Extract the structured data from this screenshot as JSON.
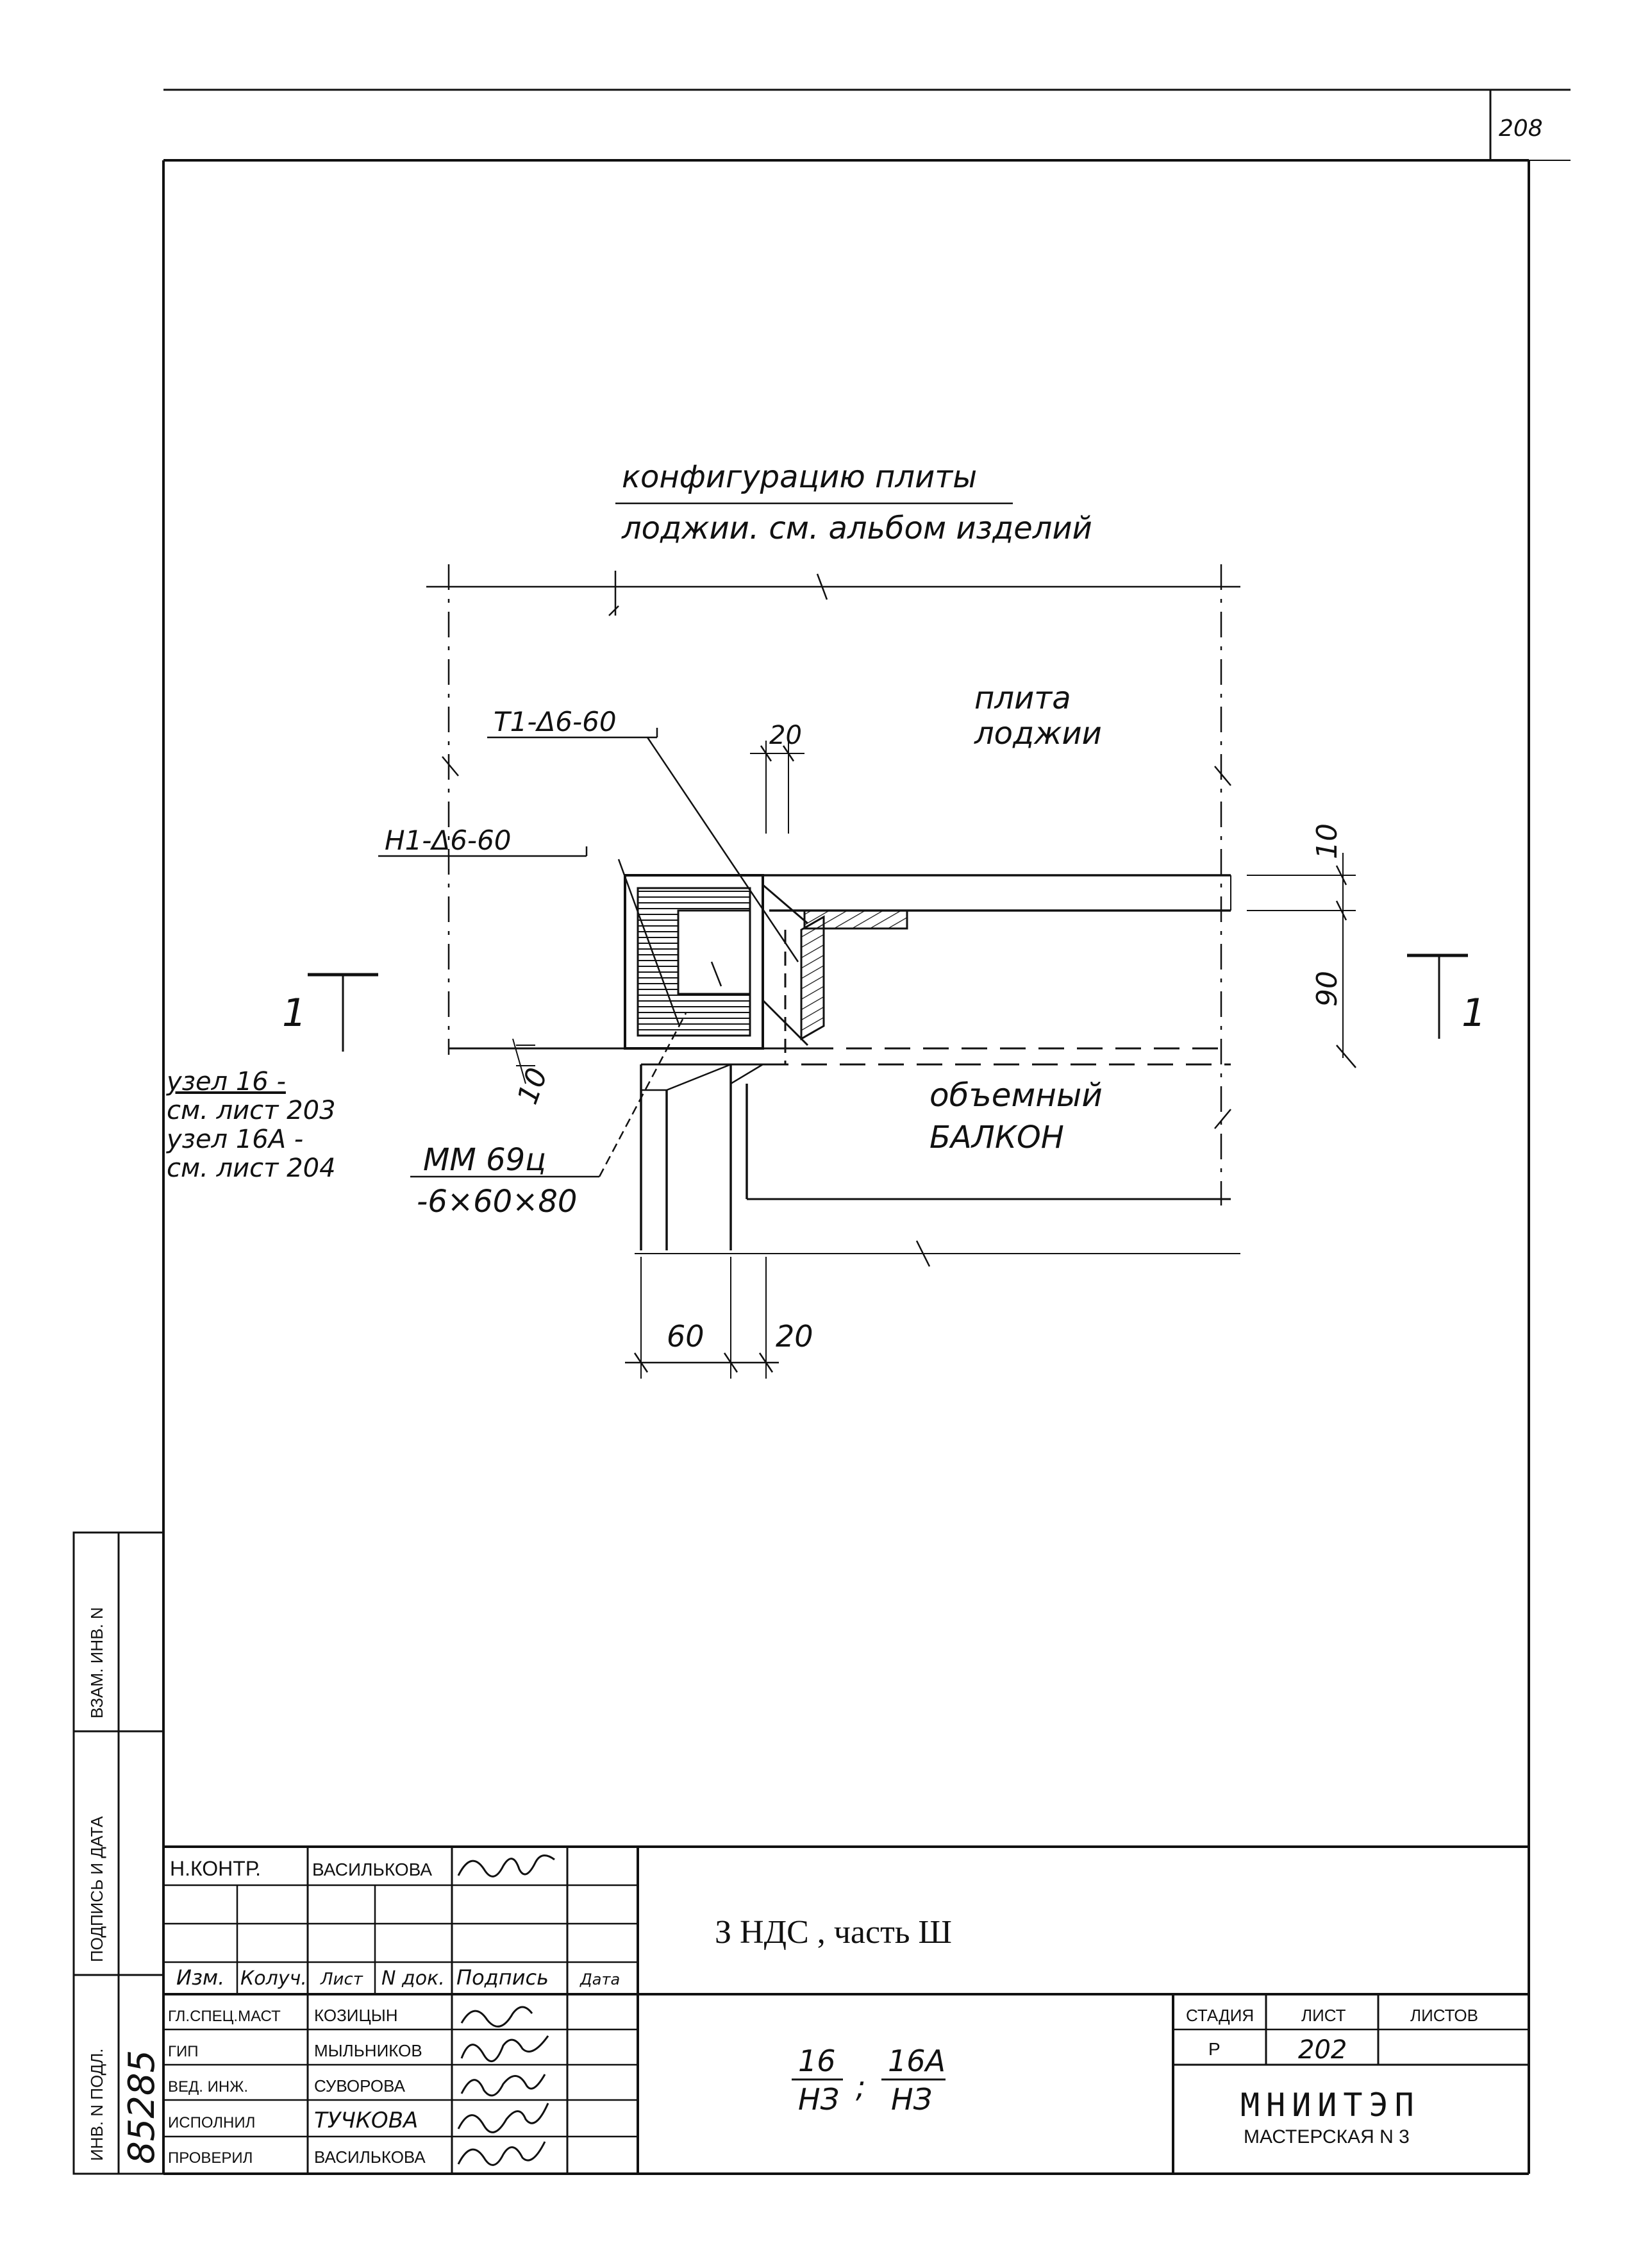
{
  "sheet_number_corner": "208",
  "drawing": {
    "note_config_line1": "конфигурацию плиты",
    "note_config_line2": "лоджии. см. альбом изделий",
    "label_slab_line1": "плита",
    "label_slab_line2": "лоджии",
    "label_t1": "Т1-Δ6-60",
    "label_h1": "Н1-Δ6-60",
    "dim_20_top": "20",
    "dim_10_right": "10",
    "dim_90_right": "90",
    "dim_10_left": "10",
    "section_left": "1",
    "section_right": "1",
    "node_note_line1": "узел 16 -",
    "node_note_line2": "см. лист 203",
    "node_note_line3": "узел 16А -",
    "node_note_line4": "см. лист 204",
    "label_mm_line1": "ММ 69ц",
    "label_mm_line2": "-6×60×80",
    "label_balcony_line1": "объемный",
    "label_balcony_line2": "БАЛКОН",
    "dim_60_bottom": "60",
    "dim_20_bottom": "20"
  },
  "side_stamp": {
    "cell1": "ИНВ. N ПОДЛ.",
    "cell1_value": "85285",
    "cell2": "ПОДПИСЬ И ДАТА",
    "cell3": "ВЗАМ. ИНВ. N"
  },
  "title_block": {
    "n_kontr_label": "Н.КОНТР.",
    "n_kontr_name": "ВАСИЛЬКОВА",
    "header_izm": "Изм.",
    "header_koluch": "Колуч.",
    "header_list": "Лист",
    "header_ndok": "N док.",
    "header_podpis": "Подпись",
    "header_data": "Дата",
    "rows": [
      {
        "role": "ГЛ.СПЕЦ.МАСТ",
        "name": "КОЗИЦЫН"
      },
      {
        "role": "ГИП",
        "name": "МЫЛЬНИКОВ"
      },
      {
        "role": "ВЕД. ИНЖ.",
        "name": "СУВОРОВА"
      },
      {
        "role": "ИСПОЛНИЛ",
        "name": "ТУЧКОВА"
      },
      {
        "role": "ПРОВЕРИЛ",
        "name": "ВАСИЛЬКОВА"
      }
    ],
    "project_title": "З НДС , часть Ш",
    "node_frac1_top": "16",
    "node_frac1_bottom": "НЗ",
    "node_frac2_top": "16А",
    "node_frac2_bottom": "НЗ",
    "stage_label": "СТАДИЯ",
    "sheet_label": "ЛИСТ",
    "sheets_label": "ЛИСТОВ",
    "stage_value": "Р",
    "sheet_value": "202",
    "org_name": "МНИИТЭП",
    "org_workshop": "МАСТЕРСКАЯ N 3"
  }
}
